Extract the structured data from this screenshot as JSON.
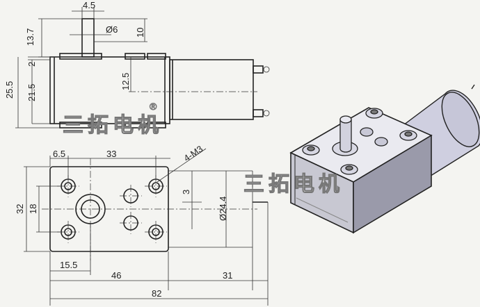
{
  "diagram": {
    "top_view": {
      "dims": {
        "shaft_offset": "4.5",
        "shaft_height": "13.7",
        "shaft_diameter": "Ø6",
        "shaft_flat": "10",
        "top_gap": "2",
        "overall_height": "25.5",
        "gearbox_height": "21.5",
        "shaft_center_height": "12.5"
      }
    },
    "front_view": {
      "dims": {
        "left_margin": "6.5",
        "hole_spacing": "33",
        "screw_holes": "4-M3",
        "width": "32",
        "hole_spacing_v": "18",
        "offset": "3",
        "motor_diameter": "Ø24.4",
        "shaft_pos": "15.5",
        "gearbox_length": "46",
        "motor_length": "31",
        "total_length": "82"
      }
    },
    "watermark": "三拓电机",
    "watermark_iso": "三拓电机",
    "registered_mark": "®"
  },
  "colors": {
    "line": "#222222",
    "metal_top": "#e8e8ee",
    "metal_side": "#b4b4c0",
    "motor": "#cfcfe0"
  }
}
